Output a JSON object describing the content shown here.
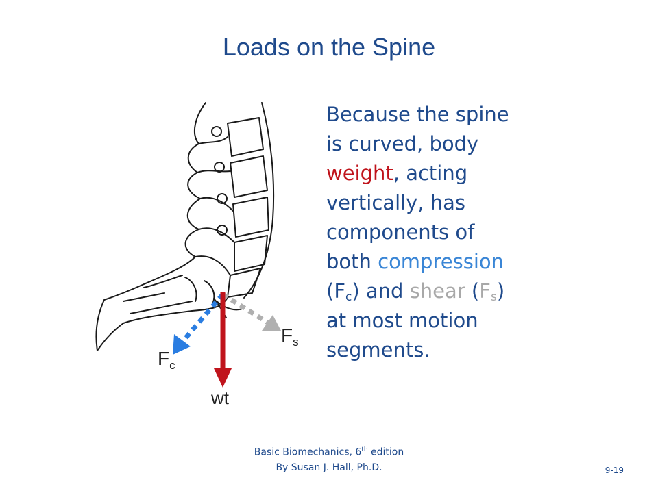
{
  "title": "Loads on the Spine",
  "text": {
    "line1": "Because the spine",
    "line2": "is curved, body",
    "weight_word": "weight",
    "line3_rest": ", acting",
    "line4": "vertically, has",
    "line5": "components of",
    "line6_prefix": "both ",
    "compression_word": "compression",
    "paren_open": "(",
    "F": "F",
    "c_sub": "c",
    "and_text": ") and ",
    "shear_word": "shear",
    "paren_open2": " (",
    "s_sub": "s",
    "paren_close": ")",
    "line8": "at most motion",
    "line9": "segments."
  },
  "labels": {
    "fs_main": "F",
    "fs_sub": "s",
    "fc_main": "F",
    "fc_sub": "c",
    "wt": "wt"
  },
  "footer": {
    "line1_pre": "Basic Biomechanics, 6",
    "line1_sup": "th",
    "line1_post": " edition",
    "line2": "By Susan J. Hall, Ph.D."
  },
  "page_number": "9-19",
  "colors": {
    "title": "#1f4a8c",
    "weight": "#c0141c",
    "compression": "#3a86d6",
    "shear": "#a8a8a8",
    "arrow_wt": "#c0141c",
    "arrow_fc": "#2a7de1",
    "arrow_fs": "#b0b0b0"
  }
}
